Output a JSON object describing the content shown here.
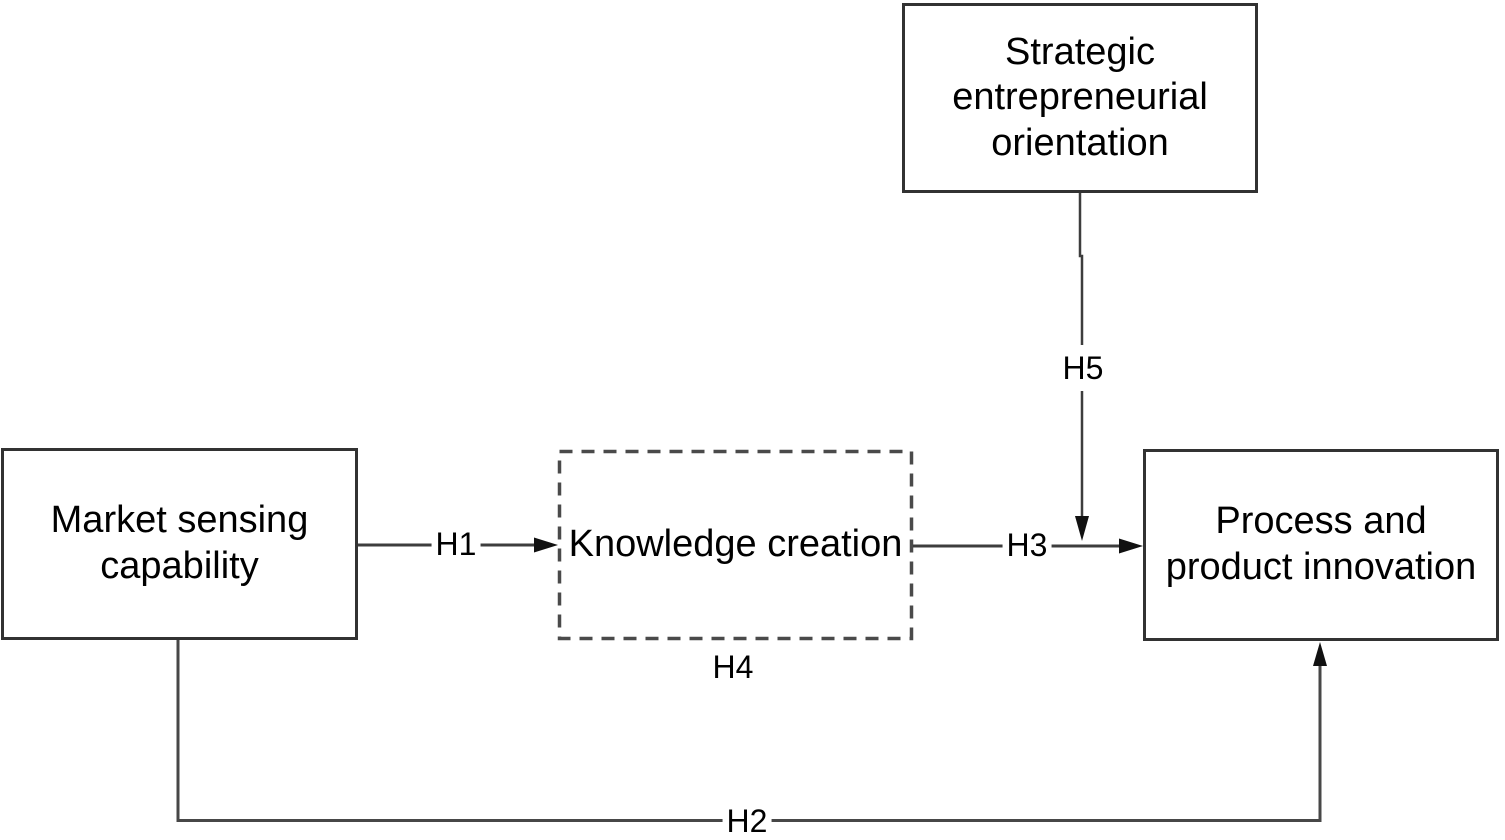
{
  "figure": {
    "type": "conceptual-model-diagram"
  },
  "nodes": {
    "strategic_entrepreneurial_orientation": {
      "label": "Strategic entrepreneurial orientation",
      "border": "solid"
    },
    "market_sensing_capability": {
      "label": "Market sensing capability",
      "border": "solid"
    },
    "knowledge_creation": {
      "label": "Knowledge creation",
      "border": "dashed"
    },
    "process_product_innovation": {
      "label": "Process and product innovation",
      "border": "solid"
    }
  },
  "edges": {
    "h1": {
      "label": "H1",
      "from": "market_sensing_capability",
      "to": "knowledge_creation"
    },
    "h2": {
      "label": "H2",
      "from": "market_sensing_capability",
      "to": "process_product_innovation"
    },
    "h3": {
      "label": "H3",
      "from": "knowledge_creation",
      "to": "process_product_innovation"
    },
    "h4": {
      "label": "H4",
      "position": "below knowledge_creation"
    },
    "h5": {
      "label": "H5",
      "from": "strategic_entrepreneurial_orientation",
      "to": "h3"
    }
  },
  "colors": {
    "background": "#ffffff",
    "box_border": "#323232",
    "dashed_border": "#4a4a4a",
    "connector_line": "#3d3d3d",
    "arrowhead": "#111111",
    "text": "#000000"
  }
}
